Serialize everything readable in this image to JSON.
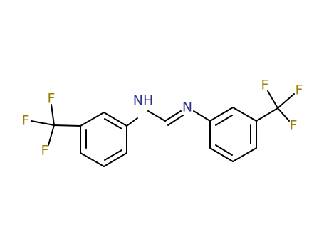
{
  "molecule": {
    "atoms": {
      "nh": {
        "label": "NH",
        "element": "N"
      },
      "n_imine": {
        "label": "N",
        "element": "N"
      },
      "f_left_top": {
        "label": "F",
        "element": "F"
      },
      "f_left_mid": {
        "label": "F",
        "element": "F"
      },
      "f_left_bottom": {
        "label": "F",
        "element": "F"
      },
      "f_right_top": {
        "label": "F",
        "element": "F"
      },
      "f_right_mid": {
        "label": "F",
        "element": "F"
      },
      "f_right_bottom": {
        "label": "F",
        "element": "F"
      }
    }
  },
  "colors": {
    "bond": "#000000",
    "nitrogen": "#2e2e8c",
    "fluorine": "#9b7d00",
    "background": "#ffffff"
  }
}
